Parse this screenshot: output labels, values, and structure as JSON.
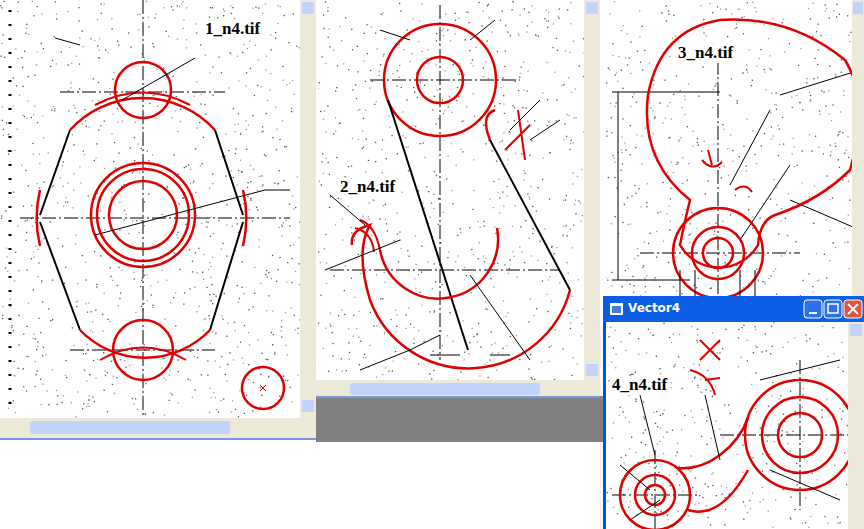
{
  "diagram": {
    "labels": [
      "1_n4.tif",
      "2_n4.tif",
      "3_n4.tif",
      "Vector4",
      "4_n4.tif"
    ]
  }
}
